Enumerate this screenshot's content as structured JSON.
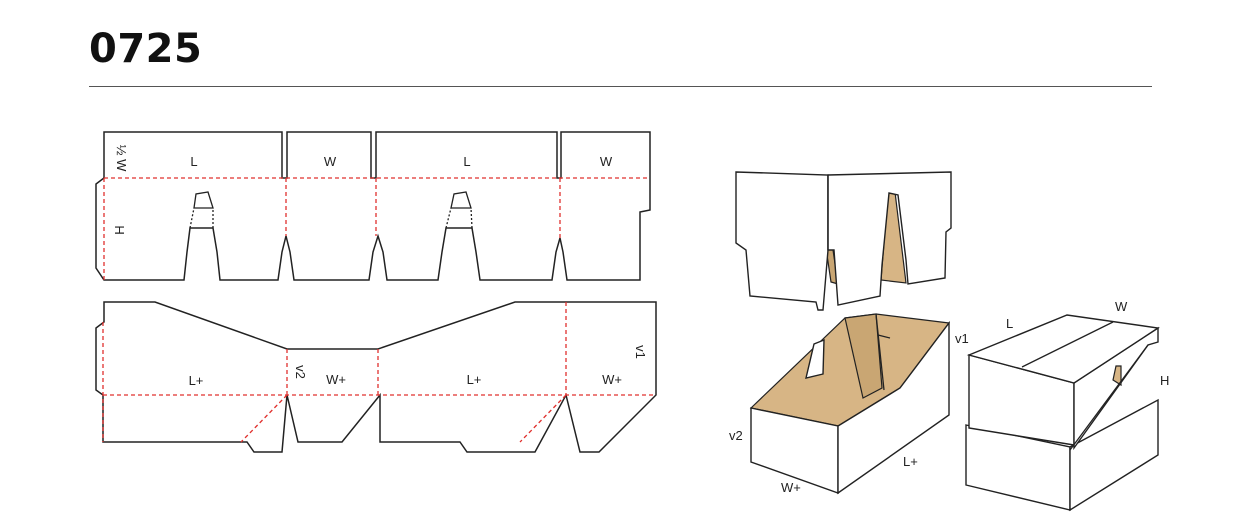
{
  "title": "0725",
  "labels": {
    "half_w": "½ W",
    "l": "L",
    "w": "W",
    "h": "H",
    "l_plus": "L+",
    "w_plus": "W+",
    "v1": "v1",
    "v2": "v2"
  },
  "colors": {
    "cut_line": "#222222",
    "fold_line": "#e0312e",
    "board_inside": "#d7b585",
    "title_rule": "#555555"
  }
}
